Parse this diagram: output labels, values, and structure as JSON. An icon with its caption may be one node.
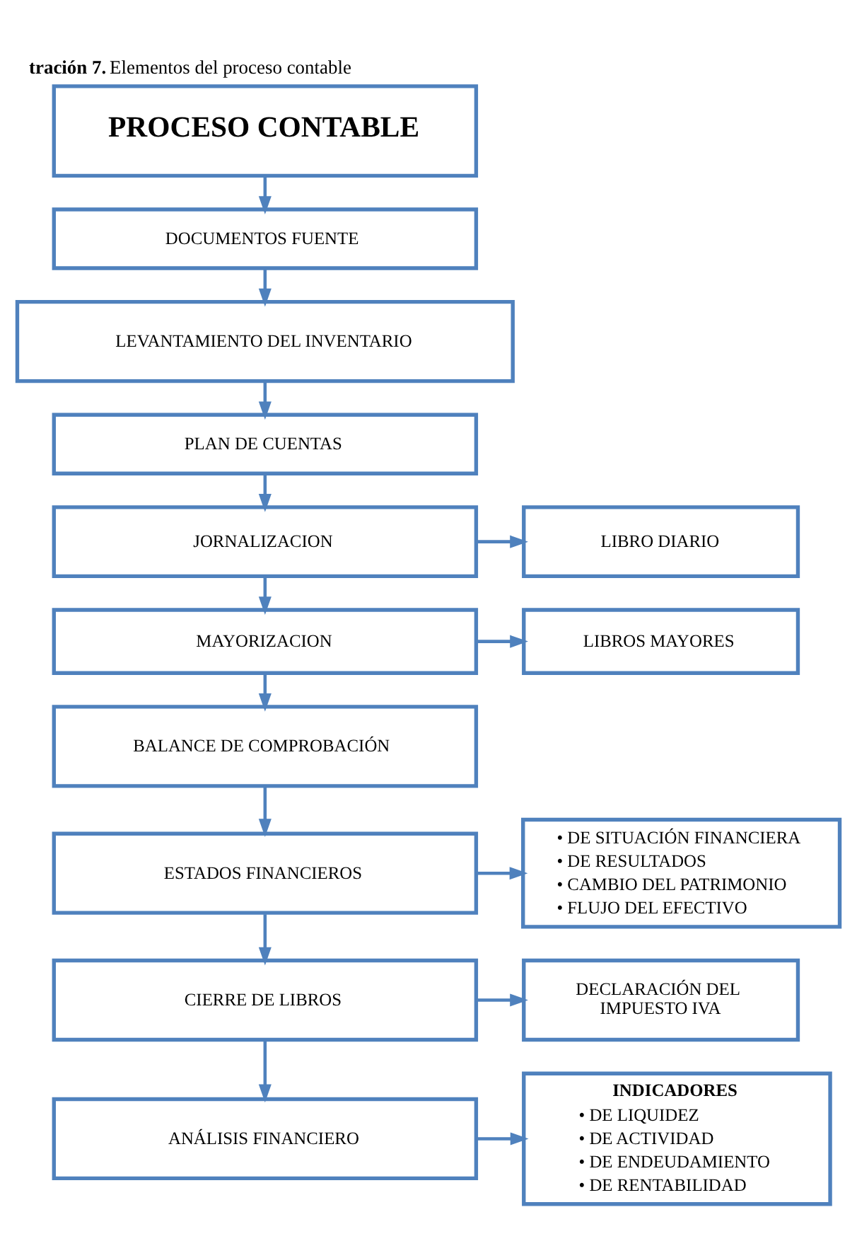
{
  "diagram": {
    "title": "**tración 7.** Elementos del proceso contable",
    "nodes": [
      {
        "text": [
          "PROCESO CONTABLE"
        ]
      },
      {
        "text": [
          "DOCUMENTOS FUENTE"
        ]
      },
      {
        "text": [
          "LEVANTAMIENTO DEL INVENTARIO"
        ]
      },
      {
        "text": [
          "PLAN DE CUENTAS"
        ]
      },
      {
        "text": [
          "JORNALIZACION"
        ]
      },
      {
        "text": [
          "LIBRO DIARIO"
        ]
      },
      {
        "text": [
          "MAYORIZACION"
        ]
      },
      {
        "text": [
          "LIBROS MAYORES"
        ]
      },
      {
        "text": [
          "BALANCE DE COMPROBACIÓN"
        ]
      },
      {
        "text": [
          "ESTADOS FINANCIEROS"
        ]
      },
      {
        "text": [
          "• DE SITUACIÓN FINANCIERA",
          "• DE RESULTADOS",
          "• CAMBIO DEL PATRIMONIO",
          "• FLUJO DEL EFECTIVO"
        ]
      },
      {
        "text": [
          "CIERRE DE LIBROS"
        ]
      },
      {
        "text": [
          "DECLARACIÓN DEL IMPUESTO IVA"
        ]
      },
      {
        "text": [
          "ANÁLISIS FINANCIERO"
        ]
      },
      {
        "text": [
          "INDICADORES",
          "• DE LIQUIDEZ",
          "• DE ACTIVIDAD",
          "• DE ENDEUDAMIENTO",
          "• DE RENTABILIDAD"
        ]
      }
    ],
    "edges": [
      {
        "from": 0,
        "to": 1,
        "arrow": "to"
      },
      {
        "from": 1,
        "to": 2,
        "arrow": "to"
      },
      {
        "from": 2,
        "to": 3,
        "arrow": "to"
      },
      {
        "from": 3,
        "to": 4,
        "arrow": "to"
      },
      {
        "from": 4,
        "to": 5,
        "arrow": "to"
      },
      {
        "from": 4,
        "to": 6,
        "arrow": "to"
      },
      {
        "from": 6,
        "to": 7,
        "arrow": "to"
      },
      {
        "from": 6,
        "to": 8,
        "arrow": "to"
      },
      {
        "from": 8,
        "to": 9,
        "arrow": "to"
      },
      {
        "from": 9,
        "to": 10,
        "arrow": "to"
      },
      {
        "from": 9,
        "to": 11,
        "arrow": "to"
      },
      {
        "from": 11,
        "to": 12,
        "arrow": "to"
      },
      {
        "from": 11,
        "to": 13,
        "arrow": "to"
      },
      {
        "from": 13,
        "to": 14,
        "arrow": "to"
      }
    ]
  }
}
